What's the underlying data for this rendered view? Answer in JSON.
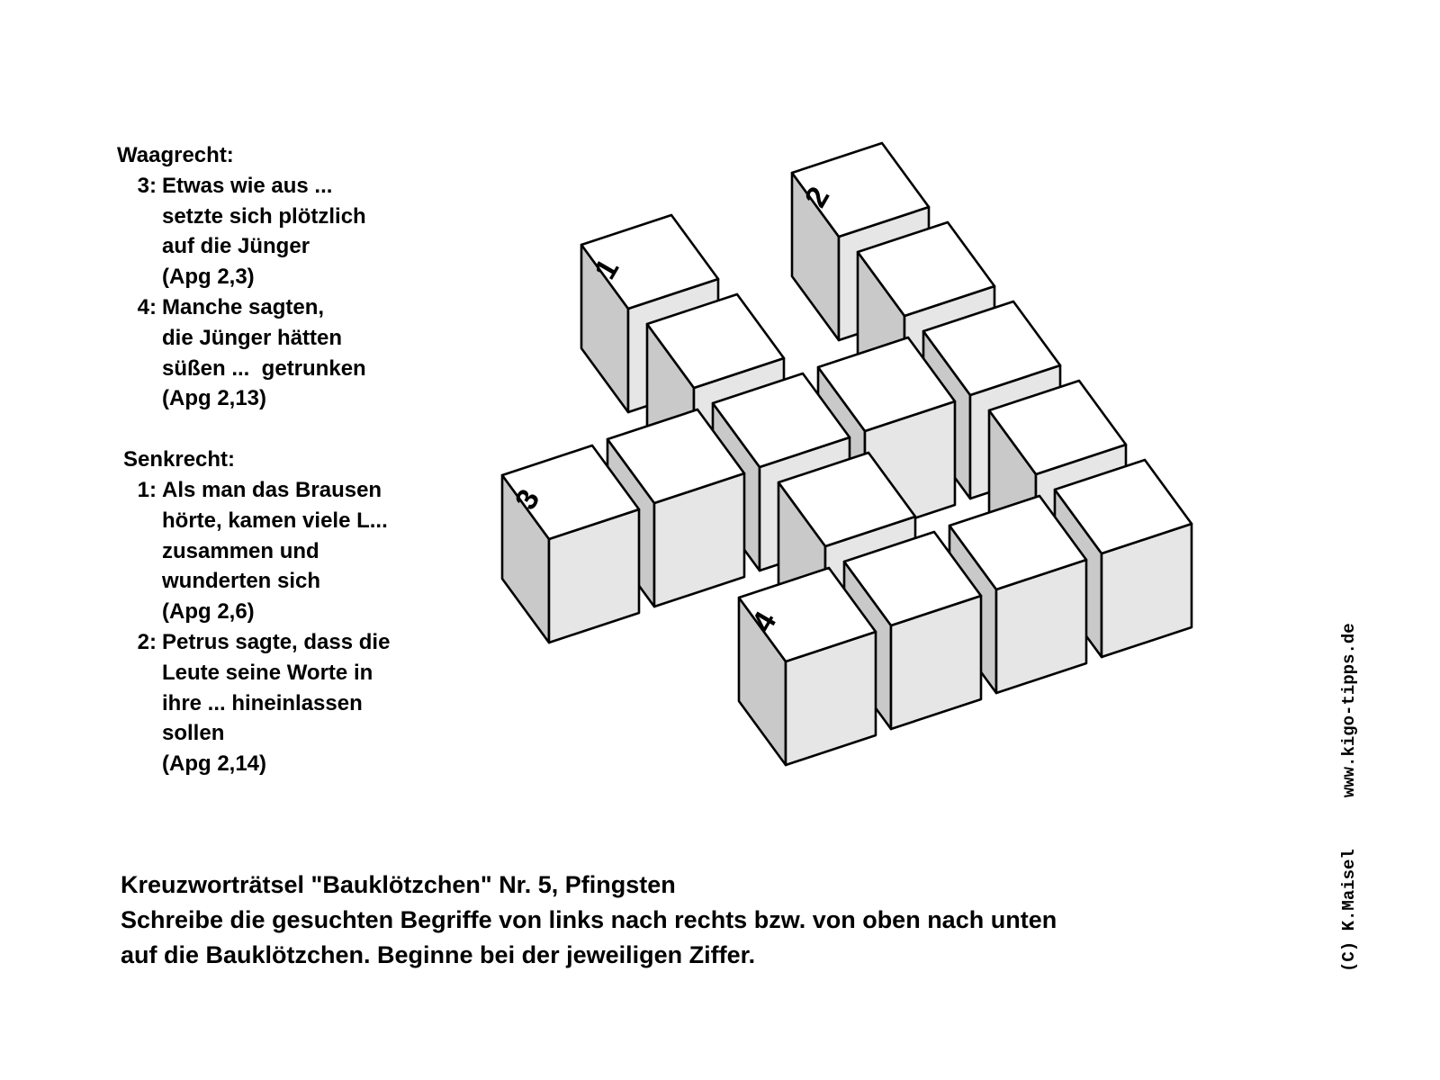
{
  "clues": {
    "horizontal": {
      "heading": "Waagrecht:",
      "items": [
        {
          "number": "3:",
          "lines": [
            "Etwas wie aus ...",
            "setzte sich plötzlich",
            "auf die Jünger",
            "(Apg 2,3)"
          ]
        },
        {
          "number": "4:",
          "lines": [
            "Manche sagten,",
            "die Jünger hätten",
            "süßen ...  getrunken",
            "(Apg 2,13)"
          ]
        }
      ]
    },
    "vertical": {
      "heading": "Senkrecht:",
      "items": [
        {
          "number": "1:",
          "lines": [
            "Als man das Brausen",
            "hörte, kamen viele L...",
            "zusammen und",
            "wunderten sich",
            "(Apg 2,6)"
          ]
        },
        {
          "number": "2:",
          "lines": [
            "Petrus sagte, dass die",
            "Leute seine Worte in",
            "ihre ... hineinlassen",
            "sollen",
            "(Apg 2,14)"
          ]
        }
      ]
    }
  },
  "puzzle": {
    "start_labels": {
      "1": "1",
      "2": "2",
      "3": "3",
      "4": "4"
    },
    "colors": {
      "top": "#ffffff",
      "front": "#e6e6e6",
      "side": "#c9c9c9",
      "stroke": "#000000"
    }
  },
  "footer": {
    "title": "Kreuzworträtsel \"Bauklötzchen\" Nr. 5, Pfingsten",
    "instruction_line1": "Schreibe die gesuchten Begriffe von links nach rechts bzw. von oben nach unten",
    "instruction_line2": "auf die Bauklötzchen. Beginne bei der jeweiligen Ziffer."
  },
  "credit": {
    "copyright": "(C) K.Maisel",
    "website": "www.kigo-tipps.de"
  }
}
